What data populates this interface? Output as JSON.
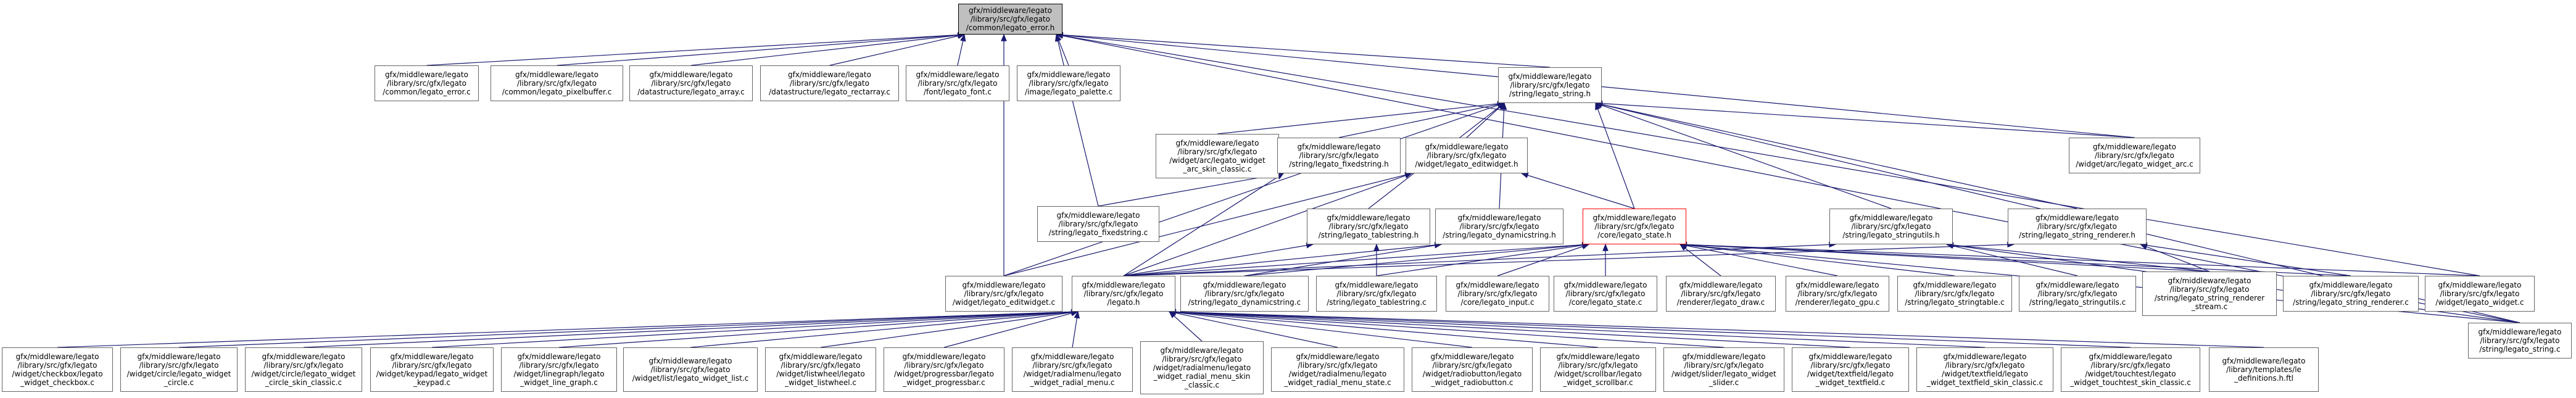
{
  "colors": {
    "edge": "#191970",
    "node_border": "#666666",
    "root_fill": "#bfbfbf",
    "highlight_border": "#ff0000"
  },
  "nodes": [
    {
      "id": "n0",
      "label": "gfx/middleware/legato\n/library/src/gfx/legato\n/common/legato_error.h",
      "style": "root"
    },
    {
      "id": "n1",
      "label": "gfx/middleware/legato\n/library/src/gfx/legato\n/common/legato_error.c"
    },
    {
      "id": "n2",
      "label": "gfx/middleware/legato\n/library/src/gfx/legato\n/common/legato_pixelbuffer.c"
    },
    {
      "id": "n3",
      "label": "gfx/middleware/legato\n/library/src/gfx/legato\n/datastructure/legato_array.c"
    },
    {
      "id": "n4",
      "label": "gfx/middleware/legato\n/library/src/gfx/legato\n/datastructure/legato_rectarray.c"
    },
    {
      "id": "n5",
      "label": "gfx/middleware/legato\n/library/src/gfx/legato\n/font/legato_font.c"
    },
    {
      "id": "n6",
      "label": "gfx/middleware/legato\n/library/src/gfx/legato\n/image/legato_palette.c"
    },
    {
      "id": "n7",
      "label": "gfx/middleware/legato\n/library/src/gfx/legato\n/string/legato_string.h"
    },
    {
      "id": "n8",
      "label": "gfx/middleware/legato\n/library/src/gfx/legato\n/widget/arc/legato_widget\n_arc_skin_classic.c"
    },
    {
      "id": "n9",
      "label": "gfx/middleware/legato\n/library/src/gfx/legato\n/string/legato_fixedstring.h"
    },
    {
      "id": "n10",
      "label": "gfx/middleware/legato\n/library/src/gfx/legato\n/widget/legato_editwidget.h"
    },
    {
      "id": "n11",
      "label": "gfx/middleware/legato\n/library/src/gfx/legato\n/widget/arc/legato_widget_arc.c"
    },
    {
      "id": "n12",
      "label": "gfx/middleware/legato\n/library/src/gfx/legato\n/string/legato_fixedstring.c"
    },
    {
      "id": "n13",
      "label": "gfx/middleware/legato\n/library/src/gfx/legato\n/string/legato_tablestring.h"
    },
    {
      "id": "n14",
      "label": "gfx/middleware/legato\n/library/src/gfx/legato\n/string/legato_dynamicstring.h"
    },
    {
      "id": "n15",
      "label": "gfx/middleware/legato\n/library/src/gfx/legato\n/core/legato_state.h",
      "style": "highlight"
    },
    {
      "id": "n16",
      "label": "gfx/middleware/legato\n/library/src/gfx/legato\n/string/legato_stringutils.h"
    },
    {
      "id": "n17",
      "label": "gfx/middleware/legato\n/library/src/gfx/legato\n/string/legato_string_renderer.h"
    },
    {
      "id": "n18",
      "label": "gfx/middleware/legato\n/library/src/gfx/legato\n/widget/legato_editwidget.c"
    },
    {
      "id": "n19",
      "label": "gfx/middleware/legato\n/library/src/gfx/legato\n/legato.h"
    },
    {
      "id": "n20",
      "label": "gfx/middleware/legato\n/library/src/gfx/legato\n/string/legato_dynamicstring.c"
    },
    {
      "id": "n21",
      "label": "gfx/middleware/legato\n/library/src/gfx/legato\n/string/legato_tablestring.c"
    },
    {
      "id": "n22",
      "label": "gfx/middleware/legato\n/library/src/gfx/legato\n/core/legato_input.c"
    },
    {
      "id": "n23",
      "label": "gfx/middleware/legato\n/library/src/gfx/legato\n/core/legato_state.c"
    },
    {
      "id": "n24",
      "label": "gfx/middleware/legato\n/library/src/gfx/legato\n/renderer/legato_draw.c"
    },
    {
      "id": "n25",
      "label": "gfx/middleware/legato\n/library/src/gfx/legato\n/renderer/legato_gpu.c"
    },
    {
      "id": "n26",
      "label": "gfx/middleware/legato\n/library/src/gfx/legato\n/string/legato_stringtable.c"
    },
    {
      "id": "n27",
      "label": "gfx/middleware/legato\n/library/src/gfx/legato\n/string/legato_stringutils.c"
    },
    {
      "id": "n28",
      "label": "gfx/middleware/legato\n/library/src/gfx/legato\n/string/legato_string_renderer\n_stream.c"
    },
    {
      "id": "n29",
      "label": "gfx/middleware/legato\n/library/src/gfx/legato\n/string/legato_string_renderer.c"
    },
    {
      "id": "n30",
      "label": "gfx/middleware/legato\n/library/src/gfx/legato\n/widget/legato_widget.c"
    },
    {
      "id": "n31",
      "label": "gfx/middleware/legato\n/library/src/gfx/legato\n/string/legato_string.c"
    },
    {
      "id": "n32",
      "label": "gfx/middleware/legato\n/library/src/gfx/legato\n/widget/checkbox/legato\n_widget_checkbox.c"
    },
    {
      "id": "n33",
      "label": "gfx/middleware/legato\n/library/src/gfx/legato\n/widget/circle/legato_widget\n_circle.c"
    },
    {
      "id": "n34",
      "label": "gfx/middleware/legato\n/library/src/gfx/legato\n/widget/circle/legato_widget\n_circle_skin_classic.c"
    },
    {
      "id": "n35",
      "label": "gfx/middleware/legato\n/library/src/gfx/legato\n/widget/keypad/legato_widget\n_keypad.c"
    },
    {
      "id": "n36",
      "label": "gfx/middleware/legato\n/library/src/gfx/legato\n/widget/linegraph/legato\n_widget_line_graph.c"
    },
    {
      "id": "n37",
      "label": "gfx/middleware/legato\n/library/src/gfx/legato\n/widget/list/legato_widget_list.c"
    },
    {
      "id": "n38",
      "label": "gfx/middleware/legato\n/library/src/gfx/legato\n/widget/listwheel/legato\n_widget_listwheel.c"
    },
    {
      "id": "n39",
      "label": "gfx/middleware/legato\n/library/src/gfx/legato\n/widget/progressbar/legato\n_widget_progressbar.c"
    },
    {
      "id": "n40",
      "label": "gfx/middleware/legato\n/library/src/gfx/legato\n/widget/radialmenu/legato\n_widget_radial_menu.c"
    },
    {
      "id": "n41",
      "label": "gfx/middleware/legato\n/library/src/gfx/legato\n/widget/radialmenu/legato\n_widget_radial_menu_skin\n_classic.c"
    },
    {
      "id": "n42",
      "label": "gfx/middleware/legato\n/library/src/gfx/legato\n/widget/radialmenu/legato\n_widget_radial_menu_state.c"
    },
    {
      "id": "n43",
      "label": "gfx/middleware/legato\n/library/src/gfx/legato\n/widget/radiobutton/legato\n_widget_radiobutton.c"
    },
    {
      "id": "n44",
      "label": "gfx/middleware/legato\n/library/src/gfx/legato\n/widget/scrollbar/legato\n_widget_scrollbar.c"
    },
    {
      "id": "n45",
      "label": "gfx/middleware/legato\n/library/src/gfx/legato\n/widget/slider/legato_widget\n_slider.c"
    },
    {
      "id": "n46",
      "label": "gfx/middleware/legato\n/library/src/gfx/legato\n/widget/textfield/legato\n_widget_textfield.c"
    },
    {
      "id": "n47",
      "label": "gfx/middleware/legato\n/library/src/gfx/legato\n/widget/textfield/legato\n_widget_textfield_skin_classic.c"
    },
    {
      "id": "n48",
      "label": "gfx/middleware/legato\n/library/src/gfx/legato\n/widget/touchtest/legato\n_widget_touchtest_skin_classic.c"
    },
    {
      "id": "n49",
      "label": "gfx/middleware/legato\n/library/templates/le\n_definitions.h.ftl"
    }
  ],
  "edges": [
    [
      "n1",
      "n0"
    ],
    [
      "n2",
      "n0"
    ],
    [
      "n3",
      "n0"
    ],
    [
      "n4",
      "n0"
    ],
    [
      "n5",
      "n0"
    ],
    [
      "n6",
      "n0"
    ],
    [
      "n7",
      "n0"
    ],
    [
      "n11",
      "n0"
    ],
    [
      "n12",
      "n0"
    ],
    [
      "n18",
      "n0"
    ],
    [
      "n30",
      "n0"
    ],
    [
      "n31",
      "n0"
    ],
    [
      "n8",
      "n7"
    ],
    [
      "n9",
      "n7"
    ],
    [
      "n10",
      "n7"
    ],
    [
      "n11",
      "n7"
    ],
    [
      "n13",
      "n7"
    ],
    [
      "n14",
      "n7"
    ],
    [
      "n15",
      "n7"
    ],
    [
      "n16",
      "n7"
    ],
    [
      "n17",
      "n7"
    ],
    [
      "n18",
      "n7"
    ],
    [
      "n31",
      "n7"
    ],
    [
      "n12",
      "n9"
    ],
    [
      "n19",
      "n9"
    ],
    [
      "n15",
      "n10"
    ],
    [
      "n18",
      "n10"
    ],
    [
      "n19",
      "n10"
    ],
    [
      "n19",
      "n13"
    ],
    [
      "n21",
      "n13"
    ],
    [
      "n19",
      "n14"
    ],
    [
      "n20",
      "n14"
    ],
    [
      "n19",
      "n15"
    ],
    [
      "n20",
      "n15"
    ],
    [
      "n21",
      "n15"
    ],
    [
      "n22",
      "n15"
    ],
    [
      "n23",
      "n15"
    ],
    [
      "n24",
      "n15"
    ],
    [
      "n25",
      "n15"
    ],
    [
      "n26",
      "n15"
    ],
    [
      "n28",
      "n15"
    ],
    [
      "n29",
      "n15"
    ],
    [
      "n30",
      "n15"
    ],
    [
      "n31",
      "n15"
    ],
    [
      "n19",
      "n16"
    ],
    [
      "n27",
      "n16"
    ],
    [
      "n28",
      "n16"
    ],
    [
      "n31",
      "n16"
    ],
    [
      "n19",
      "n17"
    ],
    [
      "n28",
      "n17"
    ],
    [
      "n29",
      "n17"
    ],
    [
      "n32",
      "n19"
    ],
    [
      "n33",
      "n19"
    ],
    [
      "n34",
      "n19"
    ],
    [
      "n35",
      "n19"
    ],
    [
      "n36",
      "n19"
    ],
    [
      "n37",
      "n19"
    ],
    [
      "n38",
      "n19"
    ],
    [
      "n39",
      "n19"
    ],
    [
      "n40",
      "n19"
    ],
    [
      "n41",
      "n19"
    ],
    [
      "n42",
      "n19"
    ],
    [
      "n43",
      "n19"
    ],
    [
      "n44",
      "n19"
    ],
    [
      "n45",
      "n19"
    ],
    [
      "n46",
      "n19"
    ],
    [
      "n47",
      "n19"
    ],
    [
      "n48",
      "n19"
    ],
    [
      "n49",
      "n19"
    ]
  ]
}
